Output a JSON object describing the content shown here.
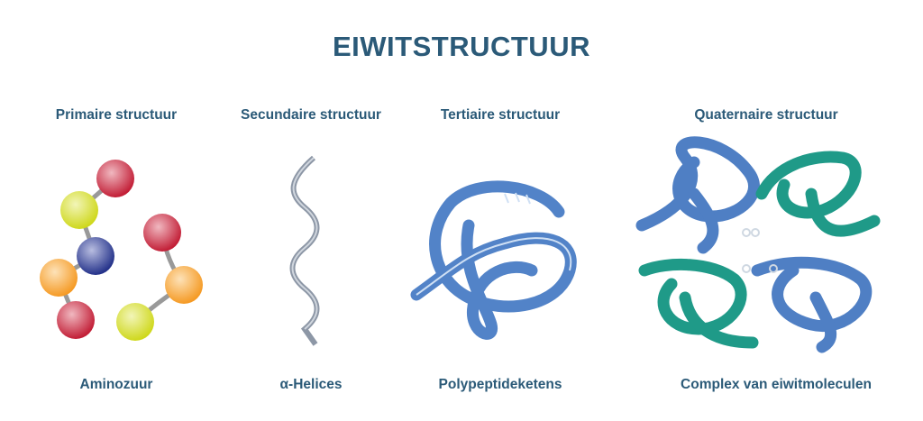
{
  "title": "EIWITSTRUCTUUR",
  "columns": [
    {
      "heading": "Primaire structuur",
      "caption": "Aminozuur"
    },
    {
      "heading": "Secundaire structuur",
      "caption": "α-Helices"
    },
    {
      "heading": "Tertiaire structuur",
      "caption": "Polypeptideketens"
    },
    {
      "heading": "Quaternaire structuur",
      "caption": "Complex van eiwitmoleculen"
    }
  ],
  "colors": {
    "text": "#2b5a78",
    "blue_chain": "#4f7fc4",
    "teal_chain": "#1f9a88",
    "red": "#c8283c",
    "yellow": "#d8e02c",
    "orange": "#f7a02e",
    "navy": "#2c3b8e"
  }
}
